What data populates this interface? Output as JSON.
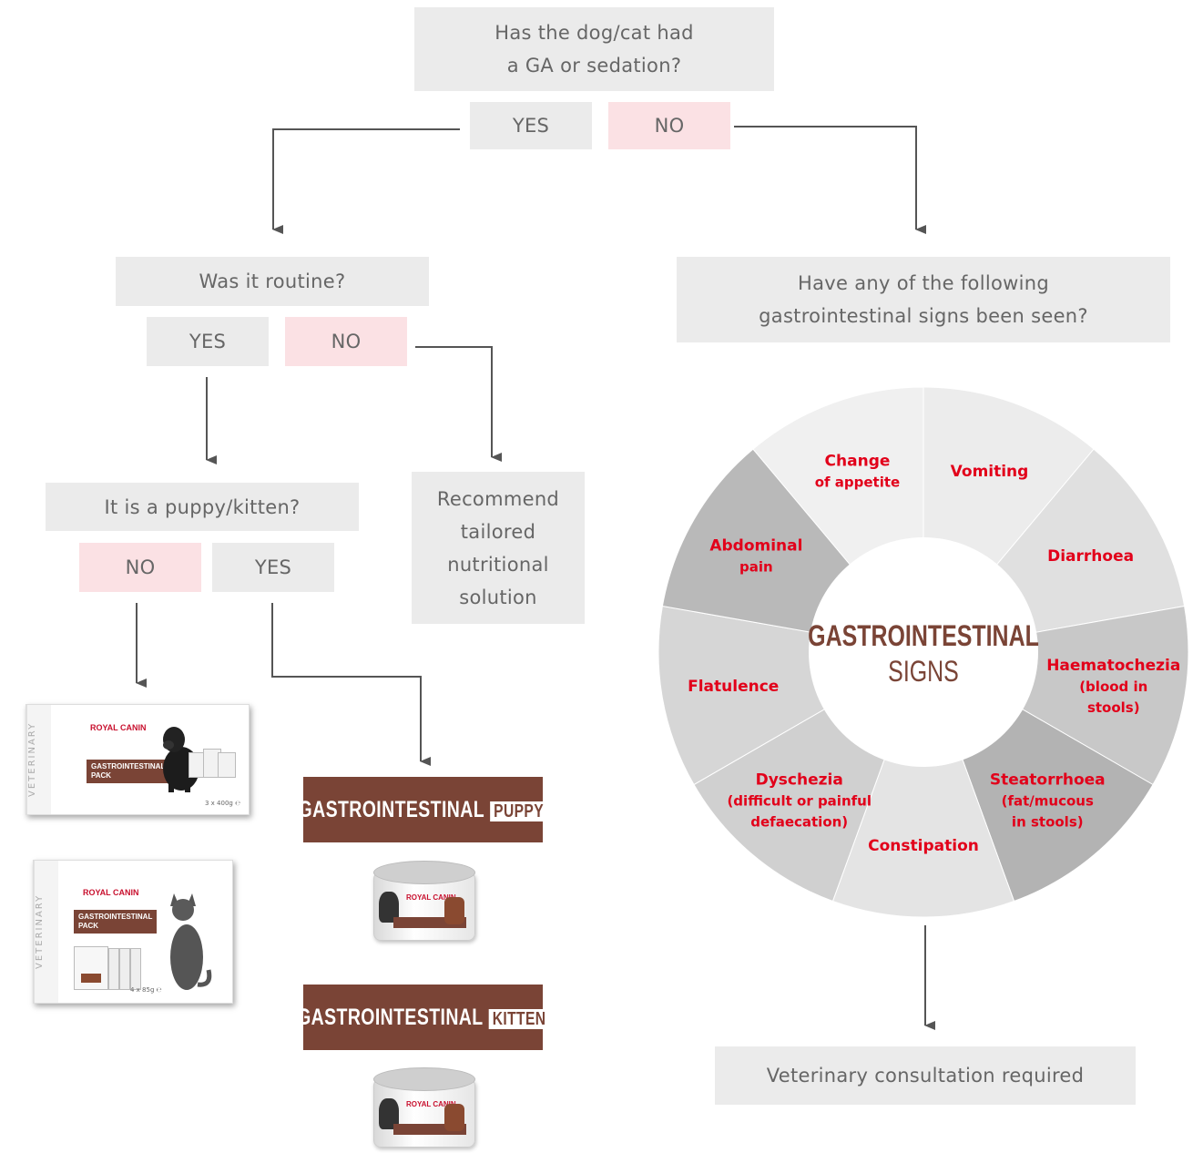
{
  "q1": {
    "text": "Has the dog/cat had\na GA or sedation?",
    "yes": "YES",
    "no": "NO"
  },
  "q2": {
    "text": "Was it routine?",
    "yes": "YES",
    "no": "NO"
  },
  "q3": {
    "text": "It is a puppy/kitten?",
    "no": "NO",
    "yes": "YES"
  },
  "recommend": {
    "text": "Recommend\ntailored\nnutritional\nsolution"
  },
  "q4": {
    "text": "Have any of the following\ngastrointestinal signs been seen?"
  },
  "consult": {
    "text": "Veterinary consultation required"
  },
  "products": {
    "banner_main": "GASTROINTESTINAL",
    "puppy_tag": "PUPPY",
    "kitten_tag": "KITTEN",
    "dog_pack": {
      "side": "VETERINARY",
      "brand": "ROYAL CANIN",
      "pack": "GASTROINTESTINAL\nPACK",
      "weight": "3 x 400g ℮"
    },
    "cat_pack": {
      "side": "VETERINARY",
      "brand": "ROYAL CANIN",
      "pack": "GASTROINTESTINAL\nPACK",
      "weight": "4 x 85g ℮"
    },
    "can_brand": "ROYAL CANIN"
  },
  "wheel": {
    "center_line1": "GASTROINTESTINAL",
    "center_line2": "SIGNS",
    "label_color": "#e2001a",
    "segments": [
      {
        "label": [
          "Vomiting"
        ],
        "color": "#ececec"
      },
      {
        "label": [
          "Diarrhoea"
        ],
        "color": "#e0e0e0"
      },
      {
        "label": [
          "Haematochezia",
          "(blood in",
          "stools)"
        ],
        "color": "#c8c8c8"
      },
      {
        "label": [
          "Steatorrhoea",
          "(fat/mucous",
          "in stools)"
        ],
        "color": "#b3b3b3"
      },
      {
        "label": [
          "Constipation"
        ],
        "color": "#e4e4e4"
      },
      {
        "label": [
          "Dyschezia",
          "(difficult or painful",
          "defaecation)"
        ],
        "color": "#d0d0d0"
      },
      {
        "label": [
          "Flatulence"
        ],
        "color": "#d6d6d6"
      },
      {
        "label": [
          "Abdominal",
          "pain"
        ],
        "color": "#b9b9b9"
      },
      {
        "label": [
          "Change",
          "of appetite"
        ],
        "color": "#f0f0f0"
      }
    ]
  }
}
